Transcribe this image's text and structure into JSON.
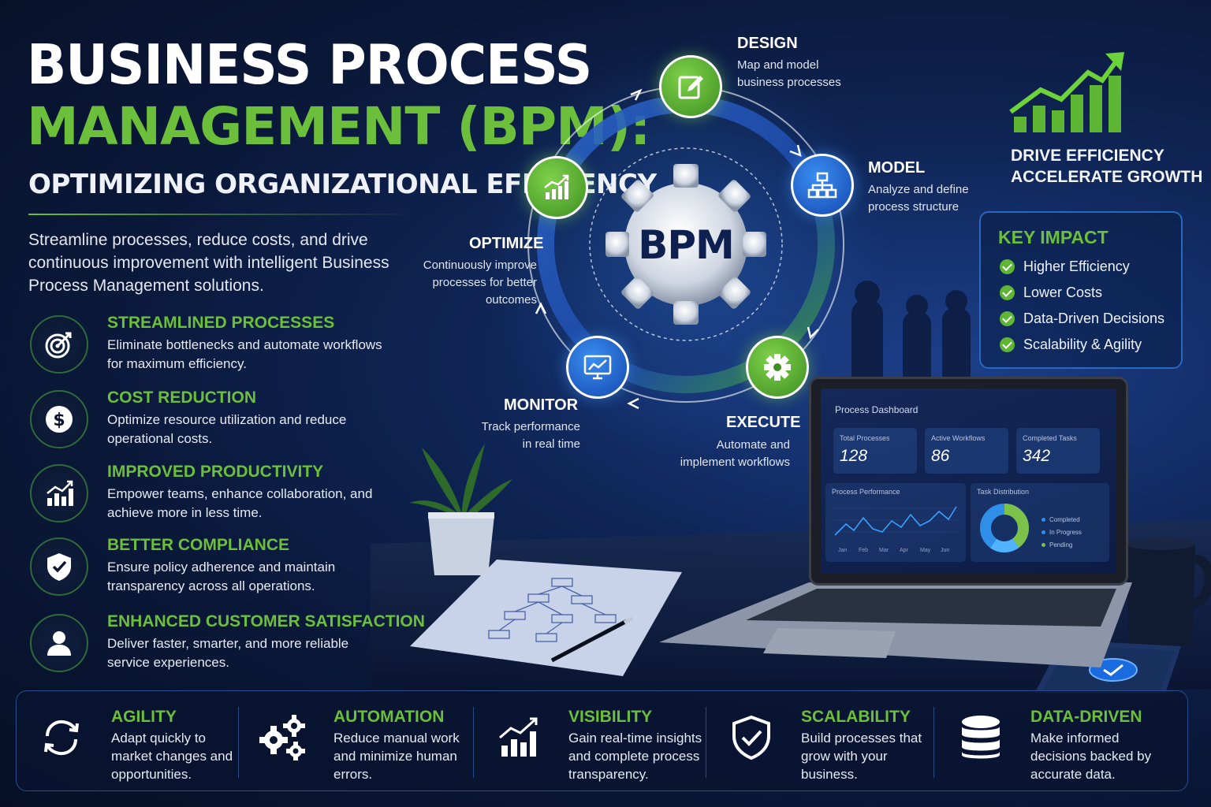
{
  "header": {
    "title_line1": "BUSINESS PROCESS",
    "title_line2": "MANAGEMENT (BPM):",
    "subtitle": "OPTIMIZING ORGANIZATIONAL EFFICIENCY",
    "intro": "Streamline processes, reduce costs, and drive continuous improvement with intelligent Business Process Management solutions."
  },
  "benefits": [
    {
      "icon": "target-icon",
      "title": "STREAMLINED PROCESSES",
      "desc": "Eliminate bottlenecks and automate workflows for maximum efficiency."
    },
    {
      "icon": "dollar-icon",
      "title": "COST REDUCTION",
      "desc": "Optimize resource utilization and reduce operational costs."
    },
    {
      "icon": "bar-chart-icon",
      "title": "IMPROVED PRODUCTIVITY",
      "desc": "Empower teams, enhance collaboration, and achieve more in less time."
    },
    {
      "icon": "shield-check-icon",
      "title": "BETTER COMPLIANCE",
      "desc": "Ensure policy adherence and maintain transparency across all operations."
    },
    {
      "icon": "user-icon",
      "title": "ENHANCED CUSTOMER SATISFACTION",
      "desc": "Deliver faster, smarter, and more reliable service experiences."
    }
  ],
  "cycle": {
    "center": "BPM",
    "design": {
      "title": "DESIGN",
      "desc": "Map and model business processes",
      "icon": "pencil-edit-icon"
    },
    "model": {
      "title": "MODEL",
      "desc": "Analyze and define process structure",
      "icon": "hierarchy-icon"
    },
    "execute": {
      "title": "EXECUTE",
      "desc": "Automate and implement workflows",
      "icon": "gear-icon"
    },
    "monitor": {
      "title": "MONITOR",
      "desc": "Track performance in real time",
      "icon": "monitor-chart-icon"
    },
    "optimize": {
      "title": "OPTIMIZE",
      "desc": "Continuously improve processes for better outcomes",
      "icon": "growth-chart-icon"
    }
  },
  "growth": {
    "line1": "DRIVE EFFICIENCY",
    "line2": "ACCELERATE GROWTH"
  },
  "key_impact": {
    "title": "KEY IMPACT",
    "items": [
      "Higher Efficiency",
      "Lower Costs",
      "Data-Driven Decisions",
      "Scalability & Agility"
    ]
  },
  "dashboard": {
    "title": "Process Dashboard",
    "kpis": [
      {
        "label": "Total Processes",
        "value": "128"
      },
      {
        "label": "Active Workflows",
        "value": "86"
      },
      {
        "label": "Completed Tasks",
        "value": "342"
      }
    ],
    "performance_label": "Process Performance",
    "months": [
      "Jan",
      "Feb",
      "Mar",
      "Apr",
      "May",
      "Jun"
    ],
    "distribution_label": "Task Distribution",
    "legend": [
      {
        "label": "Completed",
        "color": "#2f8fe8"
      },
      {
        "label": "In Progress",
        "color": "#2f8fe8"
      },
      {
        "label": "Pending",
        "color": "#7cc24a"
      }
    ]
  },
  "pillars": [
    {
      "icon": "refresh-arrows-icon",
      "title": "AGILITY",
      "desc": "Adapt quickly to market changes and opportunities."
    },
    {
      "icon": "gears-icon",
      "title": "AUTOMATION",
      "desc": "Reduce manual work and minimize human errors."
    },
    {
      "icon": "trend-chart-icon",
      "title": "VISIBILITY",
      "desc": "Gain real-time insights and complete process transparency."
    },
    {
      "icon": "shield-check-icon",
      "title": "SCALABILITY",
      "desc": "Build processes that grow with your business."
    },
    {
      "icon": "database-icon",
      "title": "DATA-DRIVEN",
      "desc": "Make informed decisions backed by accurate data."
    }
  ],
  "colors": {
    "accent_green": "#6cbf3a",
    "accent_blue": "#2a68c0",
    "background": "#0a1838"
  }
}
